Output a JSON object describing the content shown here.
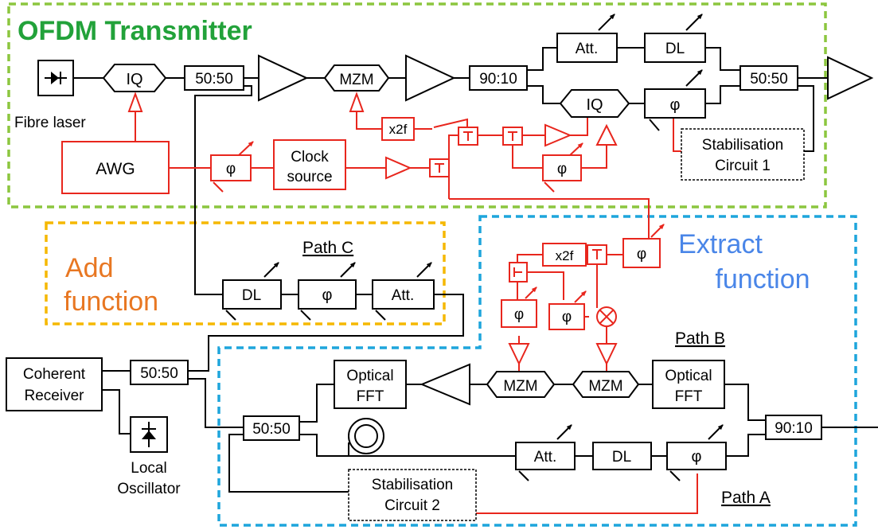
{
  "regions": {
    "transmitter": "OFDM Transmitter",
    "add": [
      "Add",
      "function"
    ],
    "extract": [
      "Extract",
      "function"
    ]
  },
  "paths": {
    "a": "Path A",
    "b": "Path B",
    "c": "Path C"
  },
  "labels": {
    "fibre_laser": "Fibre laser",
    "awg": "AWG",
    "clock": [
      "Clock",
      "source"
    ],
    "stab1": [
      "Stabilisation",
      "Circuit 1"
    ],
    "stab2": [
      "Stabilisation",
      "Circuit 2"
    ],
    "coherent": [
      "Coherent",
      "Receiver"
    ],
    "local_osc": [
      "Local",
      "Oscillator"
    ],
    "optical_fft": [
      "Optical",
      "FFT"
    ],
    "iq": "IQ",
    "mzm": "MZM",
    "split_50_50": "50:50",
    "split_90_10": "90:10",
    "att": "Att.",
    "dl": "DL",
    "phi": "φ",
    "x2f": "x2f"
  },
  "colors": {
    "transmitter_border": "#8cc63f",
    "transmitter_text": "#22a23a",
    "add_border": "#f5b800",
    "add_text": "#e87722",
    "extract_border": "#1ea5dc",
    "extract_text": "#4a86e8",
    "rf": "#e8261d",
    "optical": "#000000"
  }
}
